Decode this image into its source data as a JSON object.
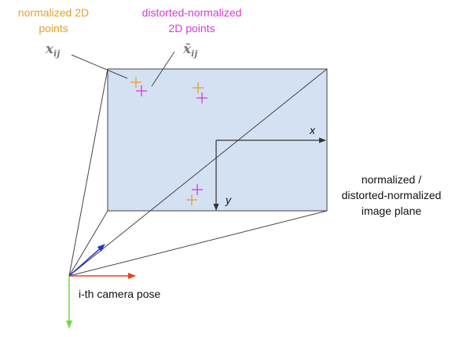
{
  "labels": {
    "normalized_points": [
      "normalized 2D",
      "points"
    ],
    "distorted_points": [
      "distorted-normalized",
      "2D points"
    ],
    "x_ij_symbol": "x",
    "x_ij_sub": "ij",
    "xbar_ij_symbol": "x̄",
    "xbar_ij_sub": "ij",
    "image_plane": [
      "normalized /",
      "distorted-normalized",
      "image plane"
    ],
    "camera_pose": "i-th camera pose",
    "axis_x": "x",
    "axis_y": "y"
  },
  "colors": {
    "normalized": "#e69f2a",
    "distorted": "#d63ad6",
    "plane_fill": "#d4e1f2",
    "plane_stroke": "#444444",
    "axis_x_red": "#e8421f",
    "axis_y_green": "#6bde35",
    "axis_z_blue": "#2233cc"
  }
}
